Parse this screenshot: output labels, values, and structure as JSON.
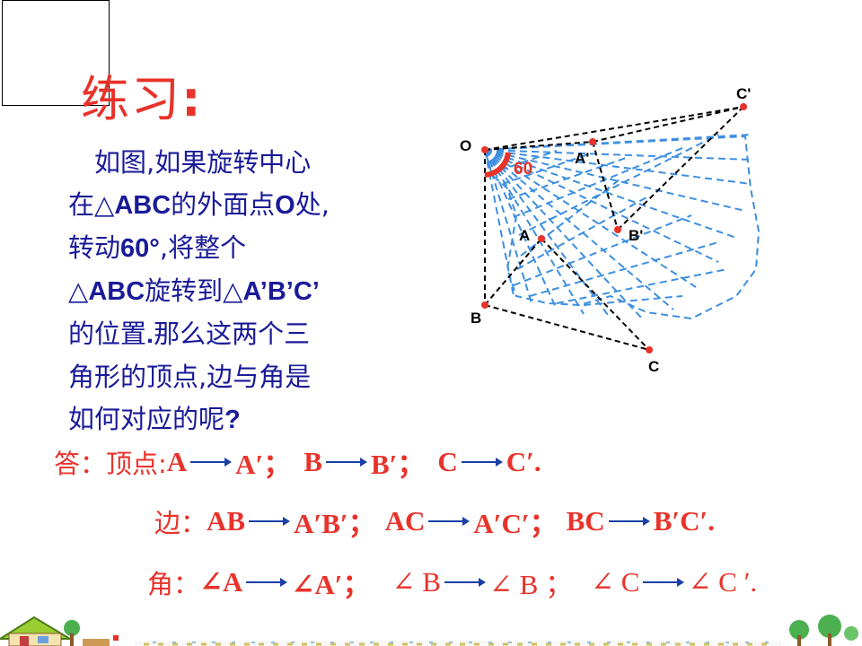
{
  "title": {
    "text": "练习",
    "colon": ":"
  },
  "problem": {
    "line1": "如图,如果旋转中心",
    "line2_pre": "在△",
    "line2_bold": "ABC",
    "line2_mid": "的外面点",
    "line2_bold2": "O",
    "line2_post": "处,",
    "line3_pre": "转动",
    "line3_bold": "60°",
    "line3_post": ",将整个",
    "line4_pre": "△",
    "line4_bold": "ABC",
    "line4_mid": "旋转到△",
    "line4_bold2": "A’B’C’",
    "line5_pre": "的位置",
    "line5_bold": ".",
    "line5_post": "那么这两个三",
    "line6": "角形的顶点,边与角是",
    "line7_pre": "如何对应的呢",
    "line7_bold": "?"
  },
  "diagram": {
    "labels": {
      "O": "O",
      "A": "A",
      "B": "B",
      "C": "C",
      "A1": "A'",
      "B1": "B'",
      "C1": "C'",
      "angle": "60"
    },
    "colors": {
      "accent_red": "#e8322a",
      "dash_blue": "#3d8fe0",
      "text_blue": "#1a1a99"
    }
  },
  "answers": {
    "vertices": {
      "lead": "答：顶点:",
      "a": "A",
      "a1": "A′；",
      "b": "B",
      "b1": "B′；",
      "c": "C",
      "c1": "C′."
    },
    "sides": {
      "lead": "边：",
      "a": "AB",
      "a1": "A′B′；",
      "b": "AC",
      "b1": "A′C′；",
      "c": "BC",
      "c1": "B′C′."
    },
    "angles": {
      "lead": "角：",
      "a": "∠A",
      "a1": "∠A′；",
      "b": "∠ B",
      "b1": "∠ B ；",
      "c": "∠ C",
      "c1": "∠ C ′."
    }
  }
}
